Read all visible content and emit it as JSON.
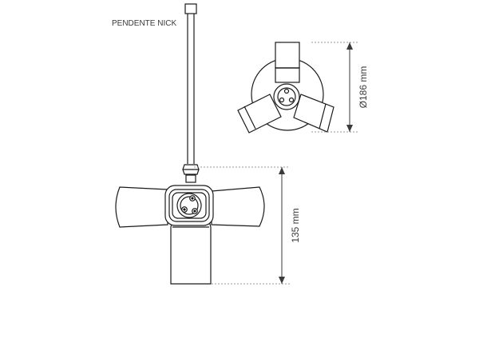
{
  "title": "PENDENTE NICK",
  "dimensions": {
    "diameter": "Ø186 mm",
    "height": "135 mm"
  },
  "colors": {
    "line": "#1a1a1a",
    "dimension_line": "#9a9a9a",
    "text": "#3a3a3a",
    "background": "#ffffff"
  }
}
